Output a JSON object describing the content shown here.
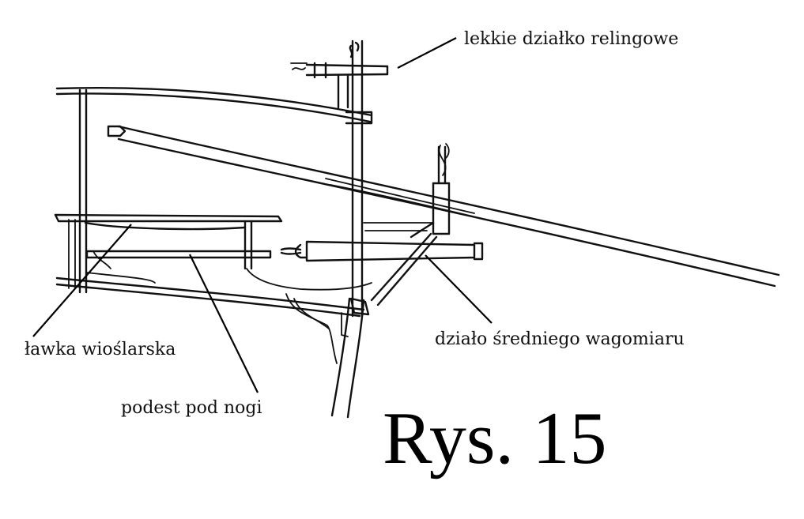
{
  "figure": {
    "title": "Rys. 15",
    "labels": {
      "light_gun": "lekkie działko relingowe",
      "medium_gun": "działo średniego wagomiaru",
      "rowing_bench": "ławka wioślarska",
      "footrest": "podest pod nogi"
    }
  },
  "colors": {
    "ink": "#111111",
    "paper": "#ffffff"
  }
}
